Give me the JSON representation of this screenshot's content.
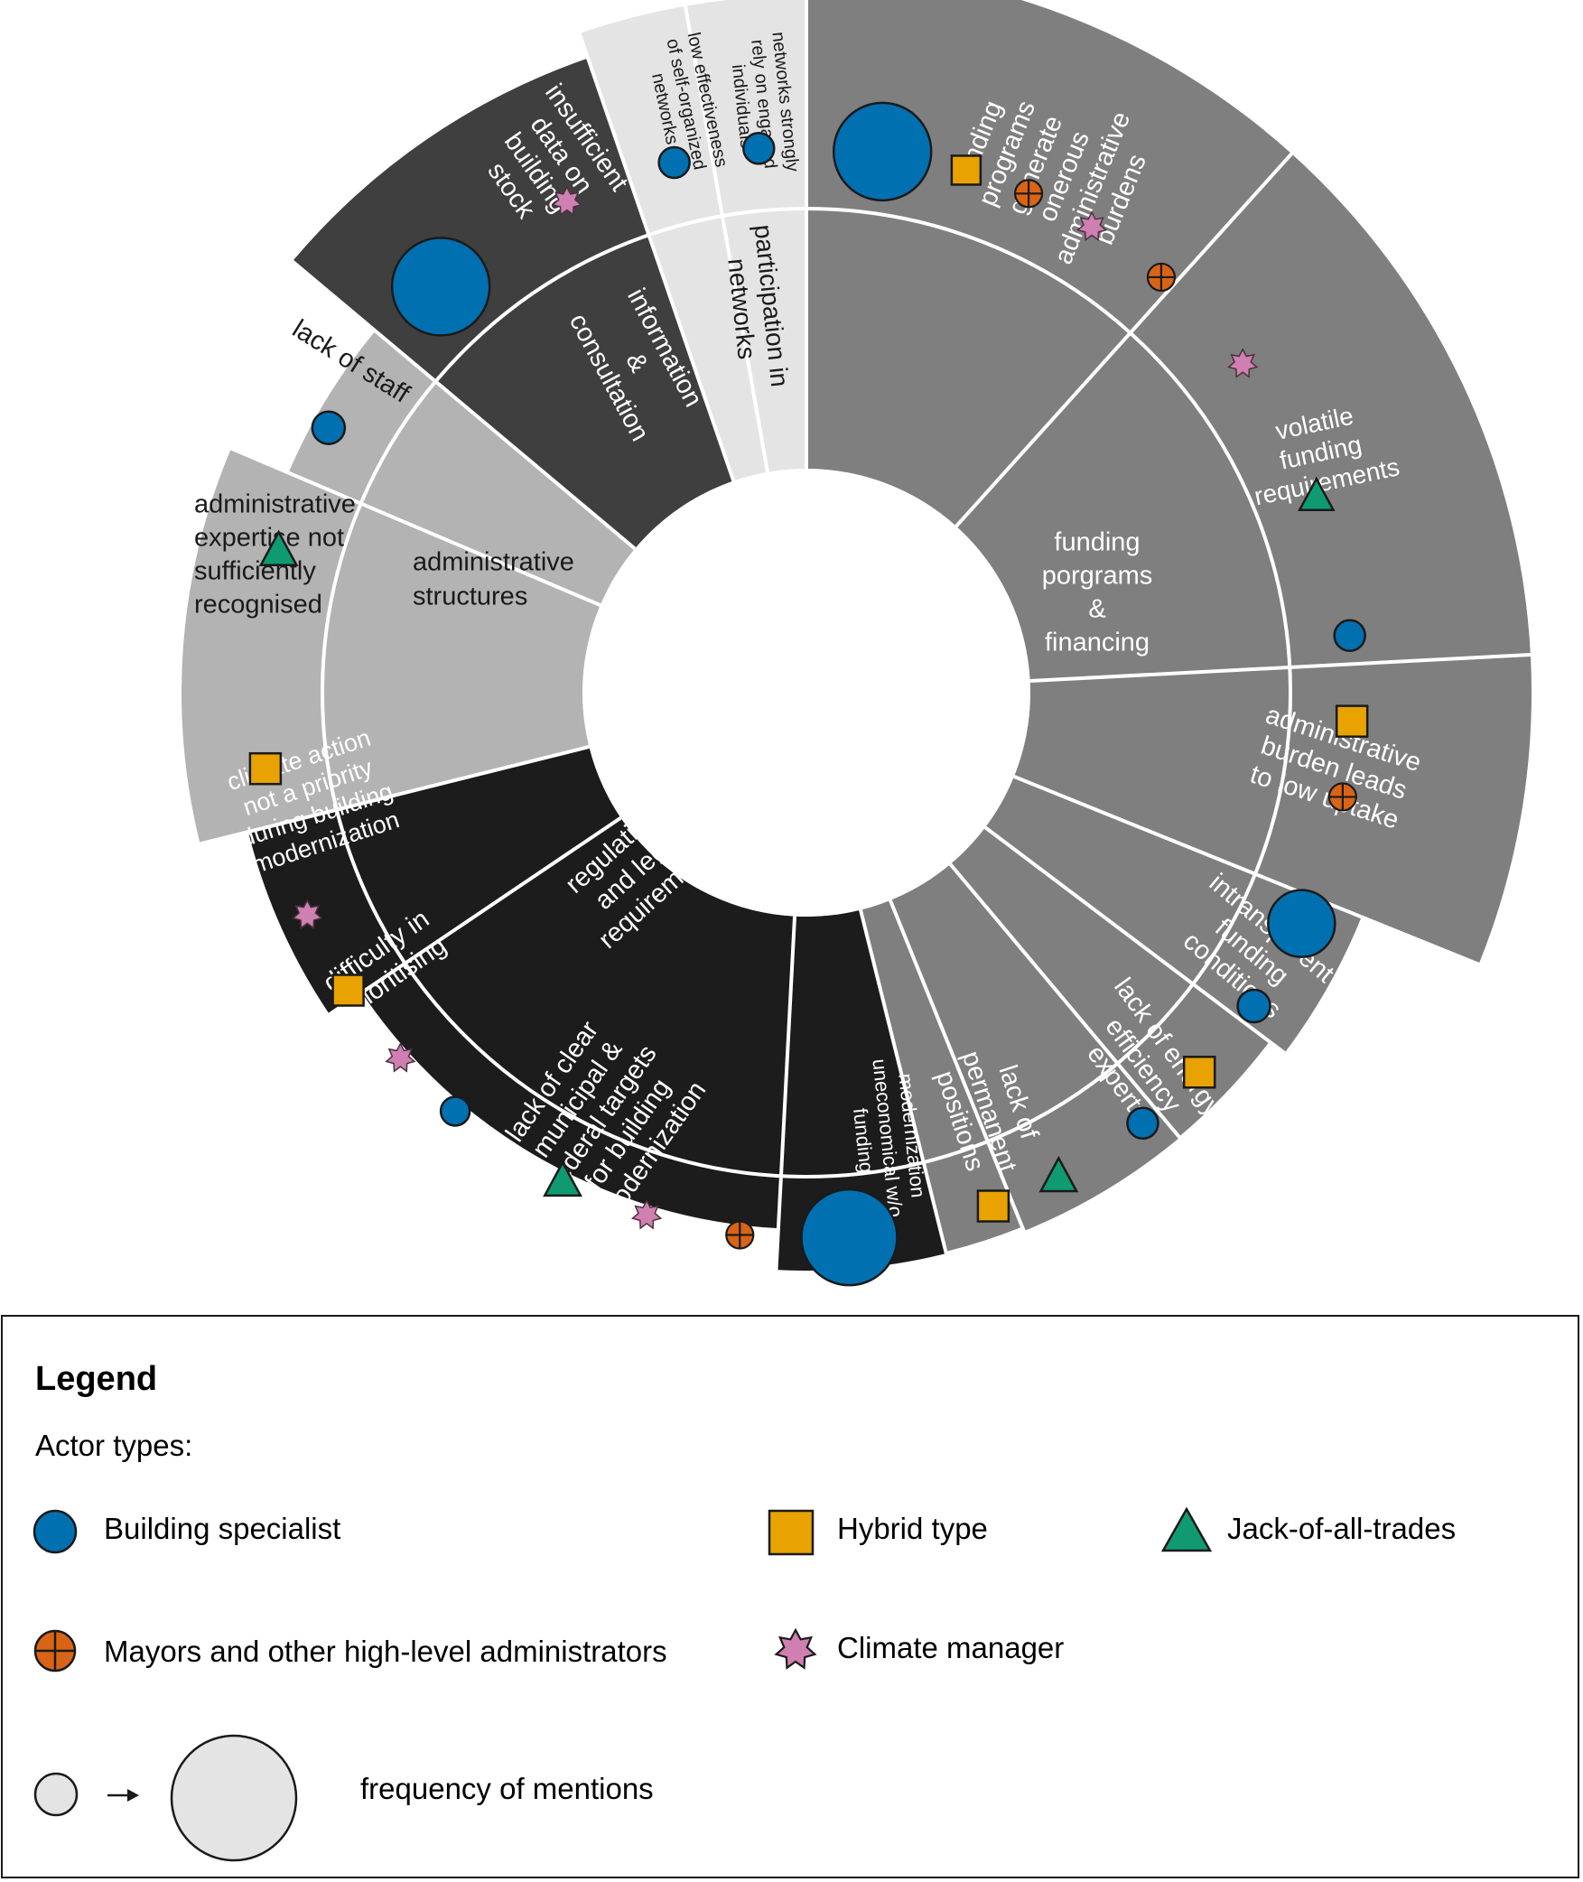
{
  "colors": {
    "funding": "#7f7f7f",
    "regulations": "#1c1c1c",
    "information": "#3f3f3f",
    "administrative": "#b3b3b3",
    "participation": "#e4e4e4",
    "building_specialist": "#0070b0",
    "hybrid_type": "#e8a202",
    "jack_of_all_trades": "#0f9a72",
    "mayors": "#d96416",
    "climate_manager": "#cf7fb0",
    "frequency": "#e4e4e4"
  },
  "categories": [
    {
      "id": "funding",
      "label": [
        "funding",
        "porgrams",
        "&",
        "financing"
      ]
    },
    {
      "id": "regulations",
      "label": [
        "regulations",
        "and legal",
        "requirements"
      ]
    },
    {
      "id": "administrative",
      "label": [
        "administrative",
        "structures"
      ]
    },
    {
      "id": "information",
      "label": [
        "information",
        "&",
        "consultation"
      ]
    },
    {
      "id": "participation",
      "label": [
        "participation in",
        "networks"
      ]
    }
  ],
  "barriers": [
    {
      "id": "funding-onerous",
      "label": [
        "funding",
        "programs",
        "generate",
        "onerous",
        "administrative",
        "burdens"
      ]
    },
    {
      "id": "volatile-funding",
      "label": [
        "volatile",
        "funding",
        "requirements"
      ]
    },
    {
      "id": "low-uptake",
      "label": [
        "administrative",
        "burden  leads",
        "to low uptake"
      ]
    },
    {
      "id": "intransparent",
      "label": [
        "intransparent",
        "funding",
        "conditions"
      ]
    },
    {
      "id": "energy-experts",
      "label": [
        "lack of energy",
        "efficiency",
        "experts"
      ]
    },
    {
      "id": "permanent-positions",
      "label": [
        "lack of",
        "permanent",
        "positions"
      ]
    },
    {
      "id": "uneconomical",
      "label": [
        "modernization",
        "uneconomical w/o",
        "funding"
      ]
    },
    {
      "id": "clear-targets",
      "label": [
        "lack of clear",
        "municipal &",
        "federal targets",
        "for building",
        "modernization"
      ]
    },
    {
      "id": "prioritising",
      "label": [
        "difficulty in",
        "prioritising"
      ]
    },
    {
      "id": "climate-priority",
      "label": [
        "climate action",
        "not a priority",
        "during building",
        "modernization"
      ]
    },
    {
      "id": "expertise",
      "label": [
        "administrative",
        "expertise not",
        "sufficiently",
        "recognised"
      ]
    },
    {
      "id": "staff",
      "label": [
        "lack of staff"
      ]
    },
    {
      "id": "building-stock",
      "label": [
        "insufficient",
        "data on",
        "building",
        "stock"
      ]
    },
    {
      "id": "self-organized",
      "label": [
        "low effectiveness",
        "of self-organized",
        "networks"
      ]
    },
    {
      "id": "engaged-individuals",
      "label": [
        "networks strongly",
        "rely on engaged",
        "individuals"
      ]
    }
  ],
  "legend": {
    "title": "Legend",
    "subtitle": "Actor types:",
    "building_specialist": "Building specialist",
    "hybrid_type": "Hybrid type",
    "jack_of_all_trades": "Jack-of-all-trades",
    "mayors": "Mayors and other high-level administrators",
    "climate_manager": "Climate manager",
    "frequency": "frequency of mentions"
  }
}
